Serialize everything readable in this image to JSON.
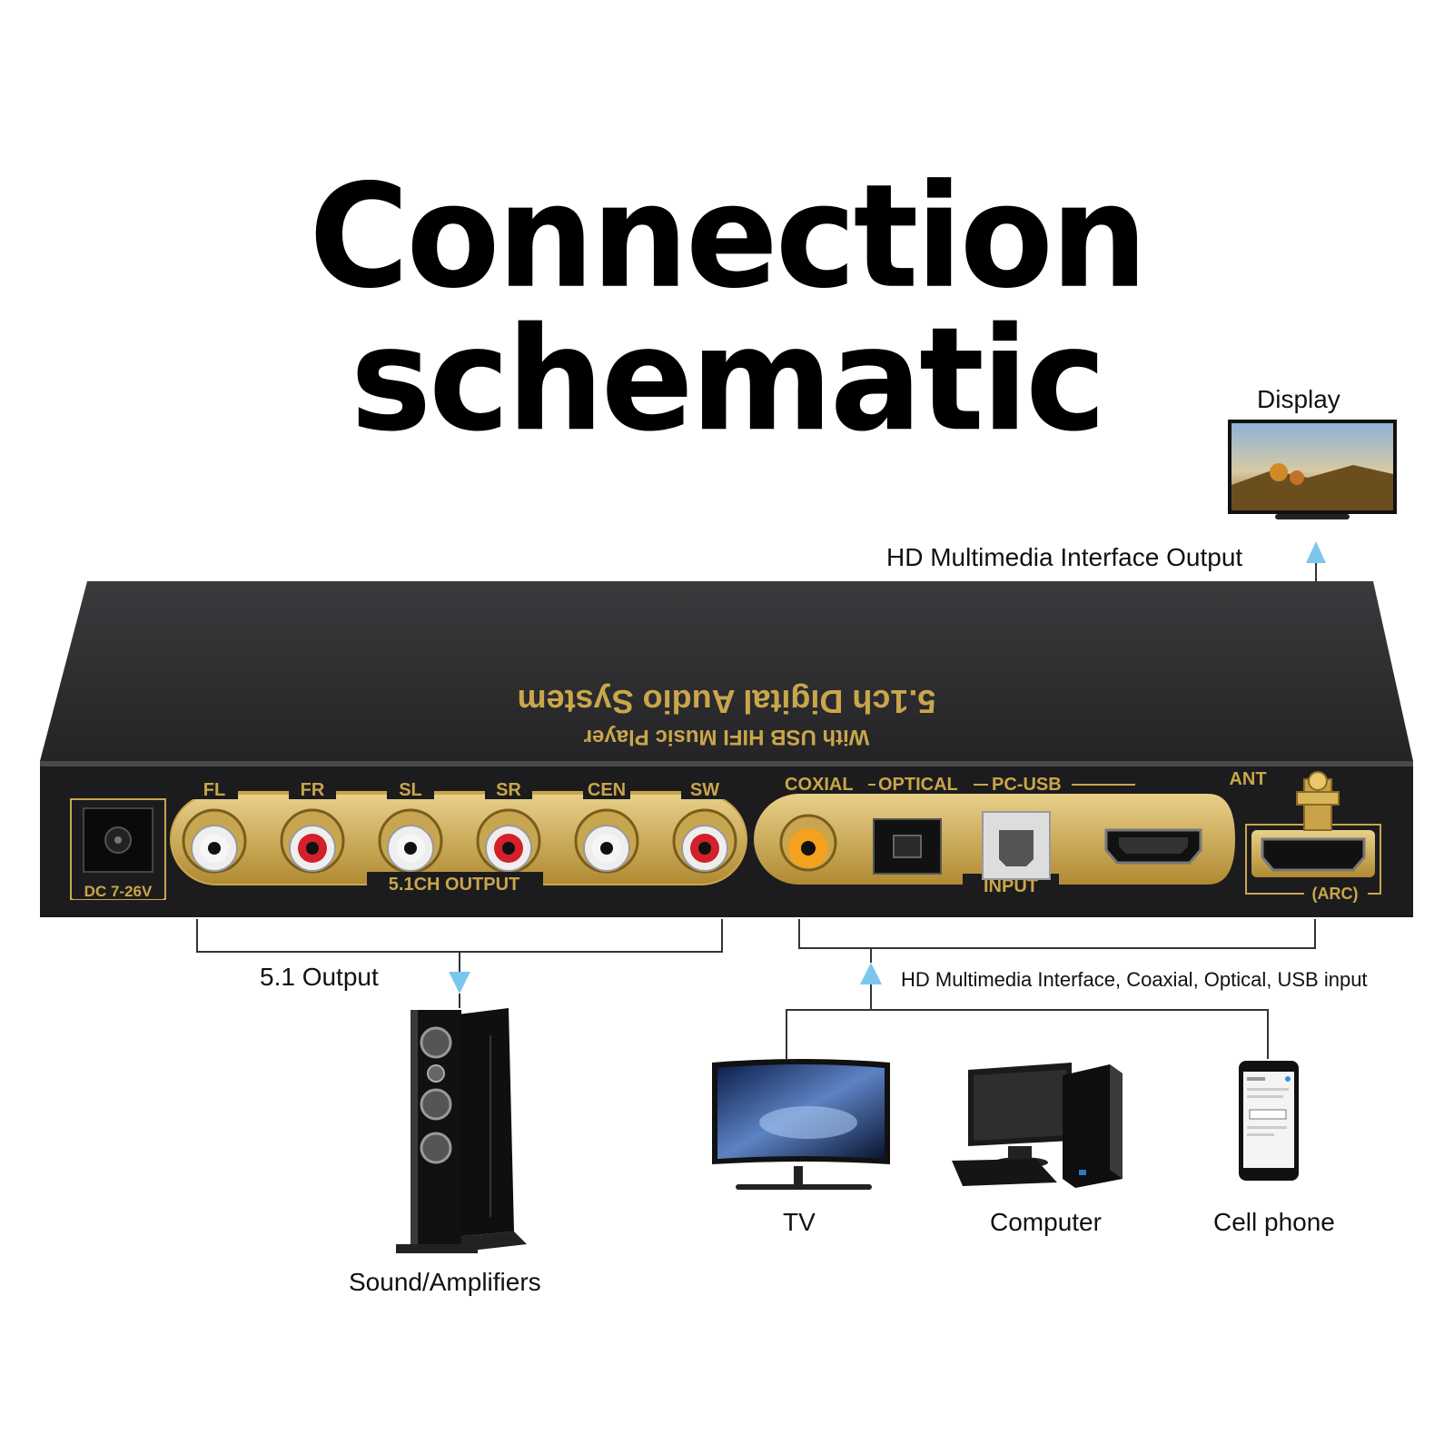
{
  "title": "Connection schematic",
  "device": {
    "name": "5.1ch Digital Audio System",
    "subtitle": "With USB HIFI Music Player",
    "power_label": "DC 7-26V",
    "output_channels": [
      "FL",
      "FR",
      "SL",
      "SR",
      "CEN",
      "SW"
    ],
    "output_group_label": "5.1CH OUTPUT",
    "input_labels": [
      "COXIAL",
      "OPTICAL",
      "PC-USB"
    ],
    "input_group_label": "INPUT",
    "antenna_label": "ANT",
    "arc_label": "(ARC)",
    "colors": {
      "body": "#2b2b2d",
      "gold": "#c9a64a",
      "arrow": "#7cc6ee"
    }
  },
  "display": {
    "label": "Display",
    "connection_label": "HD Multimedia Interface Output"
  },
  "speakers": {
    "connection_label": "5.1 Output",
    "label": "Sound/Amplifiers"
  },
  "sources": {
    "connection_label": "HD Multimedia Interface, Coaxial, Optical, USB input",
    "items": [
      {
        "label": "TV",
        "icon": "tv-icon"
      },
      {
        "label": "Computer",
        "icon": "computer-icon"
      },
      {
        "label": "Cell phone",
        "icon": "cell-phone-icon"
      }
    ]
  }
}
